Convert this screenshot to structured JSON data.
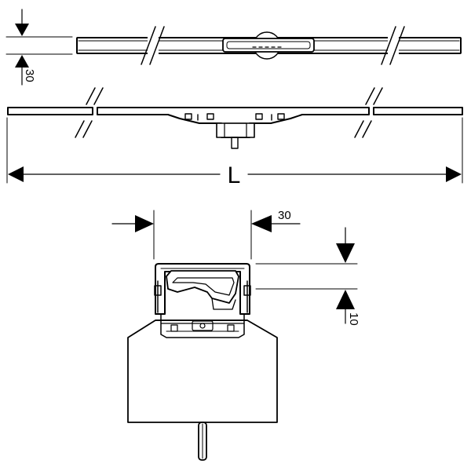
{
  "labels": {
    "top_height_dim": "30",
    "length_dim": "L",
    "width_dim": "30",
    "depth_dim": "10"
  },
  "colors": {
    "line": "#000000",
    "background": "#ffffff"
  }
}
